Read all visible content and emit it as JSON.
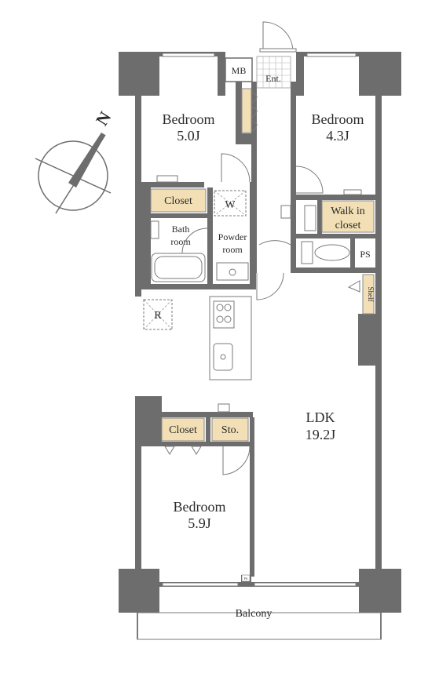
{
  "rooms": {
    "bedroom_nw": {
      "name": "Bedroom",
      "size": "5.0J"
    },
    "bedroom_ne": {
      "name": "Bedroom",
      "size": "4.3J"
    },
    "bedroom_s": {
      "name": "Bedroom",
      "size": "5.9J"
    },
    "ldk": {
      "name": "LDK",
      "size": "19.2J"
    },
    "balcony": "Balcony",
    "bath": {
      "line1": "Bath",
      "line2": "room"
    },
    "powder": {
      "line1": "Powder",
      "line2": "room"
    },
    "walk_in": {
      "line1": "Walk in",
      "line2": "closet"
    }
  },
  "labels": {
    "mb": "MB",
    "entrance": "Ent.",
    "closet_top": "Closet",
    "closet_bottom": "Closet",
    "storage": "Sto.",
    "ps_large": "PS",
    "ps_small": "PS",
    "shelf": "Shelf",
    "washer": "W",
    "fridge": "R",
    "north": "N"
  },
  "colors": {
    "wall": "#6d6d6d",
    "storage_fill": "#f2dfb5",
    "line": "#7a7a7a"
  }
}
